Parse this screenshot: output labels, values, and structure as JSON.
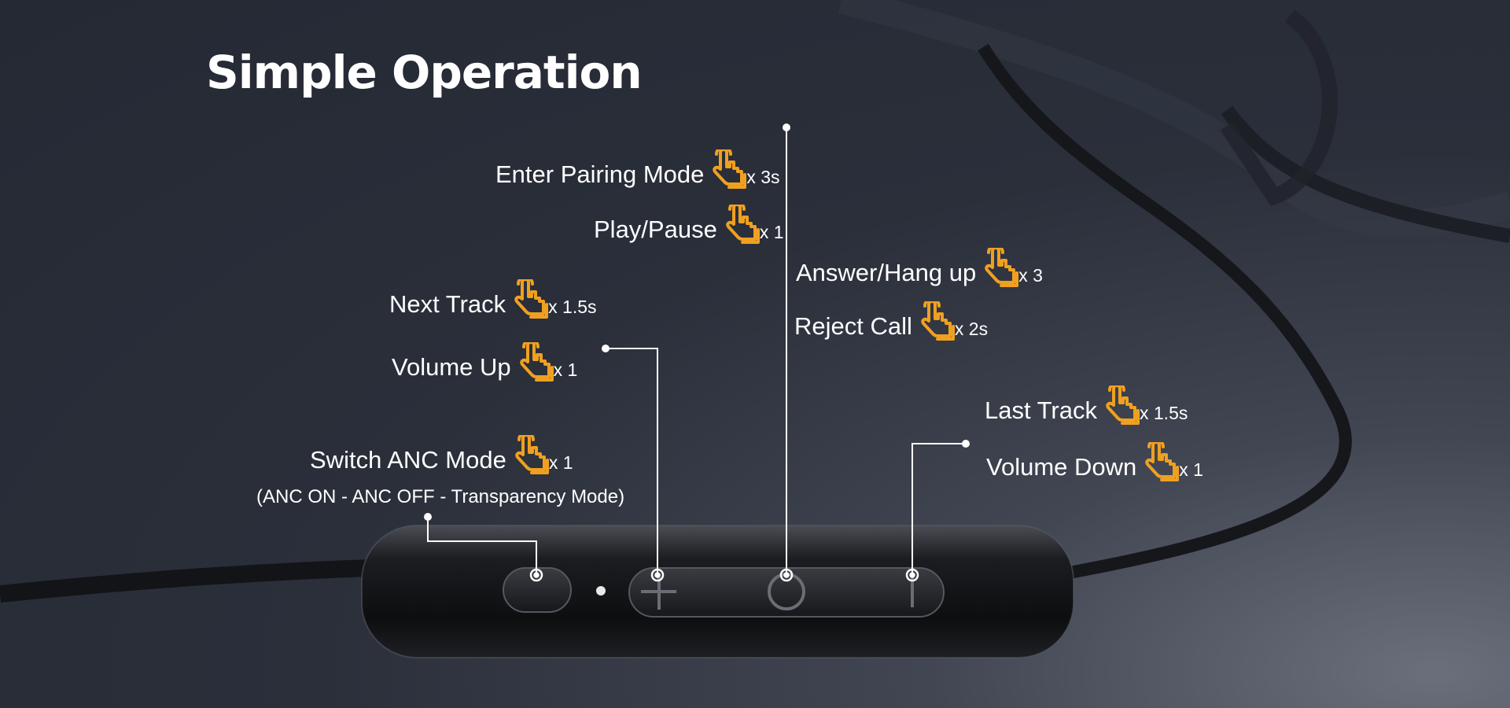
{
  "title": "Simple Operation",
  "accent_color": "#f0a020",
  "icon": "tap-hand-icon",
  "actions": {
    "enter_pairing": {
      "label": "Enter Pairing Mode",
      "count": "x 3s"
    },
    "play_pause": {
      "label": "Play/Pause",
      "count": "x 1"
    },
    "answer_hangup": {
      "label": "Answer/Hang up",
      "count": "x 3"
    },
    "reject_call": {
      "label": "Reject Call",
      "count": "x 2s"
    },
    "next_track": {
      "label": "Next Track",
      "count": "x 1.5s"
    },
    "volume_up": {
      "label": "Volume Up",
      "count": "x 1"
    },
    "switch_anc": {
      "label": "Switch ANC Mode",
      "count": "x 1",
      "note": "(ANC ON - ANC OFF - Transparency Mode)"
    },
    "last_track": {
      "label": "Last Track",
      "count": "x 1.5s"
    },
    "volume_down": {
      "label": "Volume Down",
      "count": "x 1"
    }
  }
}
